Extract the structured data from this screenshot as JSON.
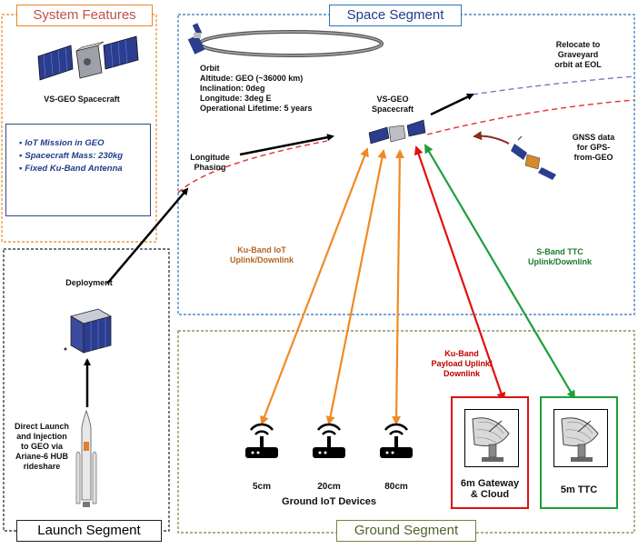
{
  "panels": {
    "system_features": "System Features",
    "space_segment": "Space Segment",
    "launch_segment": "Launch Segment",
    "ground_segment": "Ground Segment"
  },
  "features": {
    "spacecraft_caption": "VS-GEO Spacecraft",
    "items": [
      "IoT Mission in GEO",
      "Spacecraft Mass: 230kg",
      "Fixed Ku-Band Antenna"
    ]
  },
  "orbit": {
    "heading": "Orbit",
    "lines": [
      "Altitude: GEO (~36000 km)",
      "Inclination: 0deg",
      "Longitude: 3deg E",
      "Operational Lifetime: 5 years"
    ]
  },
  "space": {
    "spacecraft_label": [
      "VS-GEO",
      "Spacecraft"
    ],
    "relocate": [
      "Relocate to",
      "Graveyard",
      "orbit at EOL"
    ],
    "gnss": [
      "GNSS data",
      "for GPS-",
      "from-GEO"
    ],
    "phasing": [
      "Longitude",
      "Phasing"
    ]
  },
  "links": {
    "ku_iot": [
      "Ku-Band IoT",
      "Uplink/Downlink"
    ],
    "s_band": [
      "S-Band TTC",
      "Uplink/Downlink"
    ],
    "ku_payload": [
      "Ku-Band",
      "Payload Uplink/",
      "Downlink"
    ]
  },
  "launch": {
    "deployment": "Deployment",
    "direct_launch": [
      "Direct Launch",
      "and Injection",
      "to GEO via",
      "Ariane-6 HUB",
      "rideshare"
    ]
  },
  "ground": {
    "devices": [
      "5cm",
      "20cm",
      "80cm"
    ],
    "devices_caption": "Ground IoT Devices",
    "gateway": [
      "6m Gateway",
      "& Cloud"
    ],
    "ttc": "5m TTC"
  },
  "colors": {
    "orange_frame": "#e8882a",
    "blue_frame": "#2e75b6",
    "black_frame": "#222222",
    "olive_frame": "#7f7f3f",
    "ku_iot": "#f08a24",
    "s_band": "#1e9e3a",
    "ku_payload": "#e01010",
    "orbit_dash": "#e53030",
    "graveyard_dash": "#8e6fc7",
    "ku_iot_text": "#b5651d",
    "s_band_text": "#1a7a2a",
    "ku_payload_text": "#c00000"
  }
}
